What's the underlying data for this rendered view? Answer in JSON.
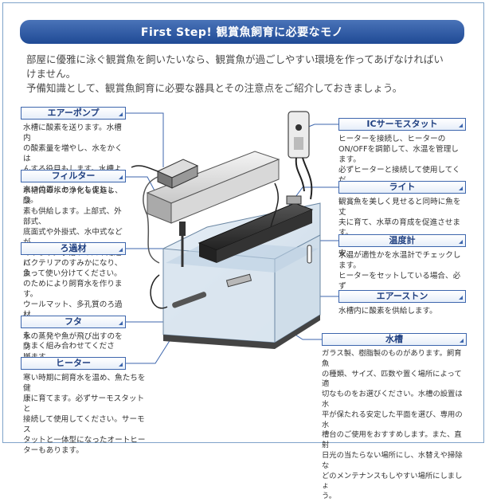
{
  "banner": {
    "title": "First Step! 観賞魚飼育に必要なモノ"
  },
  "intro": {
    "line1": "部屋に優雅に泳ぐ観賞魚を飼いたいなら、観賞魚が過ごしやすい環境を作ってあげなければい\nけません。",
    "line2": "予備知識として、観賞魚飼育に必要な器具とその注意点をご紹介しておきましょう。"
  },
  "items": {
    "airpump": {
      "label": "エアーポンプ",
      "desc": "水槽に酸素を送ります。水槽内\nの酸素量を増やし、水をかくは\nんする役目もします。水槽より\n高い位置にセットしましょう。"
    },
    "filter": {
      "label": "フィルター",
      "desc": "水槽内の水の浄化を促進し、酸\n素も供給します。上部式、外部式、\n底面式や外掛式、水中式などが\nあります。水槽サイズや用途に\nよって使い分けてください。"
    },
    "media": {
      "label": "ろ過材",
      "desc": "バクテリアのすみかになり、魚\nのためにより飼育水を作ります。\nウールマット、多孔質のろ過材、\n活性炭などいろいろなタイプを\nうまく組み合わせてください。"
    },
    "lid": {
      "label": "フタ",
      "desc": "水の蒸発や魚が飛び出すのを防\nぎます。"
    },
    "heater": {
      "label": "ヒーター",
      "desc": "寒い時期に飼育水を温め、魚たちを健\n康に育てます。必ずサーモスタットと\n接続して使用してください。サーモス\nタットと一体型になったオートヒー\nターもあります。"
    },
    "thermostat": {
      "label": "ICサーモスタット",
      "desc": "ヒーターを接続し、ヒーターの\nON/OFFを調節して、水温を管理します。\n必ずヒーターと接続して使用してくだ\nさい。"
    },
    "light": {
      "label": "ライト",
      "desc": "観賞魚を美しく見せると同時に魚を丈\n夫に育て、水草の育成を促進させます。\n1日の照射時間は10～12時間が目安。"
    },
    "thermometer": {
      "label": "温度計",
      "desc": "水温が適性かを水温計でチェックします。\nヒーターをセットしている場合、必ず\nこまめにチェックしてください。"
    },
    "airstone": {
      "label": "エアーストン",
      "desc": "水槽内に酸素を供給します。"
    },
    "tank": {
      "label": "水槽",
      "desc": "ガラス製、樹脂製のものがあります。飼育魚\nの種類、サイズ、匹数や置く場所によって適\n切なものをお選びください。水槽の設置は水\n平が保たれる安定した平面を選び、専用の水\n槽台のご使用をおすすめします。また、直射\n日光の当たらない場所にし、水替えや掃除な\nどのメンテナンスもしやすい場所にしましょ\nう。"
    }
  },
  "colors": {
    "accent": "#3d66ad",
    "banner": "#1f4a95",
    "line": "#3d66ad"
  }
}
